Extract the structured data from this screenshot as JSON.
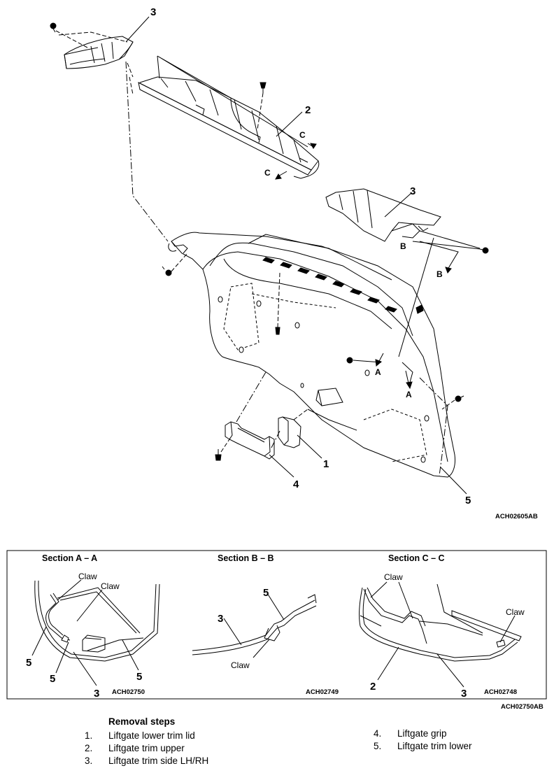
{
  "diagram": {
    "callouts": {
      "c3a": "3",
      "c2": "2",
      "c3b": "3",
      "c1": "1",
      "c4": "4",
      "c5": "5"
    },
    "letters": {
      "cTop": "C",
      "cBot": "C",
      "bTop": "B",
      "bBot": "B",
      "aLeft": "A",
      "aRight": "A"
    },
    "code": "ACH02605AB"
  },
  "sections": {
    "aa": {
      "title": "Section A – A",
      "claw1": "Claw",
      "claw2": "Claw",
      "n5a": "5",
      "n5b": "5",
      "n5c": "5",
      "n3": "3",
      "code": "ACH02750"
    },
    "bb": {
      "title": "Section B – B",
      "n5": "5",
      "n3": "3",
      "claw": "Claw",
      "code": "ACH02749"
    },
    "cc": {
      "title": "Section C – C",
      "claw1": "Claw",
      "claw2": "Claw",
      "n2": "2",
      "n3": "3",
      "code": "ACH02748"
    },
    "box_code": "ACH02750AB"
  },
  "removal": {
    "title": "Removal steps",
    "steps": [
      {
        "num": "1.",
        "label": "Liftgate lower trim lid"
      },
      {
        "num": "2.",
        "label": "Liftgate trim upper"
      },
      {
        "num": "3.",
        "label": "Liftgate trim side LH/RH"
      },
      {
        "num": "4.",
        "label": "Liftgate grip"
      },
      {
        "num": "5.",
        "label": "Liftgate trim lower"
      }
    ]
  }
}
